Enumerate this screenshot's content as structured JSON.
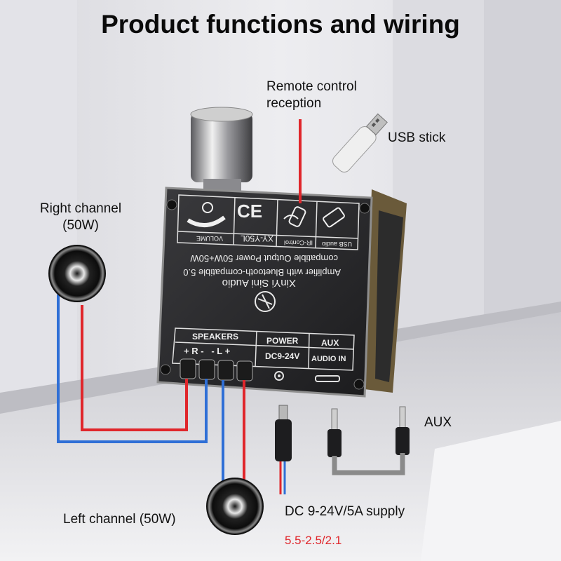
{
  "title": "Product functions and wiring",
  "labels": {
    "remote_line1": "Remote control",
    "remote_line2": "reception",
    "usb_stick": "USB stick",
    "right_line1": "Right channel",
    "right_line2": "(50W)",
    "left_channel": "Left channel (50W)",
    "aux": "AUX",
    "dc_supply": "DC 9-24V/5A supply",
    "plug_size": "5.5-2.5/2.1"
  },
  "board": {
    "volume": "VOLUME",
    "model": "XY-Y50L",
    "ir_control": "IR-Control",
    "usb_audio": "USB audio",
    "brand": "XinYi Sini Audio",
    "desc1": "Amplifier with Bluetooth-compatible 5.0",
    "desc2": "compatible Output Power 50W+50W",
    "speakers": "SPEAKERS",
    "speaker_pins": "+ R -   - L +",
    "power": "POWER",
    "power_spec": "DC9-24V",
    "aux_header": "AUX",
    "audio_in": "AUDIO IN",
    "ce": "CE"
  },
  "colors": {
    "wire_red": "#e0262b",
    "wire_blue": "#2f6fd6",
    "board": "#2a2a2c"
  }
}
